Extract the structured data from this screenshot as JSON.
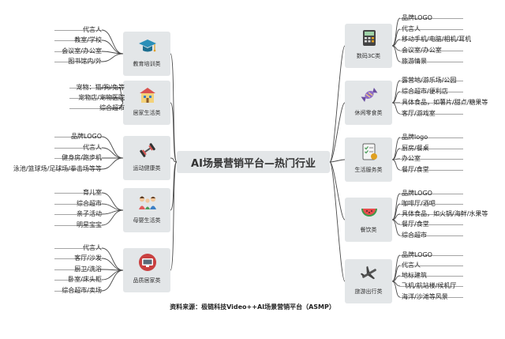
{
  "center": {
    "title": "AI场景营销平台—热门行业"
  },
  "left": [
    {
      "key": "edu",
      "label": "教育培训类",
      "icon": "graduation-cap-icon",
      "items": [
        "代言人",
        "教室/学校",
        "会议室/办公室",
        "图书馆内/外"
      ]
    },
    {
      "key": "life",
      "label": "居家生活类",
      "icon": "house-icon",
      "items": [
        "宠物：猫/狗/兔等",
        "宠物店/宠物医院",
        "综合超市"
      ]
    },
    {
      "key": "sport",
      "label": "运动健康类",
      "icon": "dumbbell-icon",
      "items": [
        "品牌LOGO",
        "代言人",
        "健身房/跑步机",
        "泳池/篮球场/足球场/拳击场等等"
      ]
    },
    {
      "key": "baby",
      "label": "母婴生活类",
      "icon": "family-icon",
      "items": [
        "育儿室",
        "综合超市",
        "亲子活动",
        "明星宝宝"
      ]
    },
    {
      "key": "home",
      "label": "品质居家类",
      "icon": "tv-icon",
      "items": [
        "代言人",
        "客厅/沙发",
        "厨卫/洗浴",
        "卧室/床头柜",
        "综合超市/卖场"
      ]
    }
  ],
  "right": [
    {
      "key": "digital",
      "label": "数码3C类",
      "icon": "calculator-icon",
      "items": [
        "品牌LOGO",
        "代言人",
        "移动手机/电脑/相机/耳机",
        "会议室/办公室",
        "旅游情景"
      ]
    },
    {
      "key": "snack",
      "label": "休闲零食类",
      "icon": "candy-icon",
      "items": [
        "露营地/游乐场/公园",
        "综合超市/便利店",
        "具体食品，如薯片/甜点/糖果等",
        "客厅/游戏室"
      ]
    },
    {
      "key": "service",
      "label": "生活服务类",
      "icon": "checklist-icon",
      "items": [
        "品牌logo",
        "厨房/餐桌",
        "办公室",
        "餐厅/食堂"
      ]
    },
    {
      "key": "food",
      "label": "餐饮类",
      "icon": "watermelon-icon",
      "items": [
        "品牌LOGO",
        "咖啡厅/酒吧",
        "具体食品，如火锅/海鲜/水果等",
        "餐厅/食堂",
        "综合超市"
      ]
    },
    {
      "key": "travel",
      "label": "旅游出行类",
      "icon": "airplane-icon",
      "items": [
        "品牌LOGO",
        "代言人",
        "地标建筑",
        "飞机/航站楼/候机厅",
        "海洋/沙滩等风景"
      ]
    }
  ],
  "source": "资料来源：极链科技Video++AI场景营销平台（ASMP）",
  "colors": {
    "box": "#e3e6e8",
    "line": "#4a4a4a"
  }
}
